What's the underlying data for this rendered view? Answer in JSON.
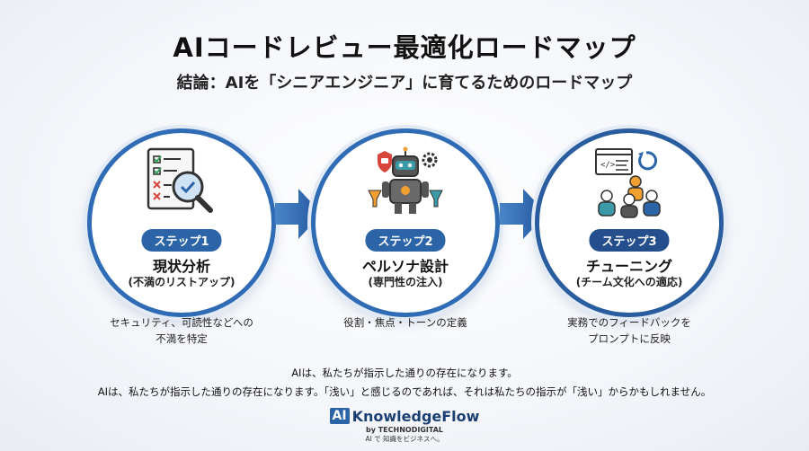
{
  "title": "AIコードレビュー最適化ロードマップ",
  "subtitle": "結論：AIを「シニアエンジニア」に育てるためのロードマップ",
  "steps": [
    {
      "badge": "ステップ1",
      "title": "現状分析",
      "subtitle": "(不満のリストアップ)",
      "description_line1": "セキュリティ、可読性などへの",
      "description_line2": "不満を特定",
      "icon": "checklist-magnifier-icon"
    },
    {
      "badge": "ステップ2",
      "title": "ペルソナ設計",
      "subtitle": "(専門性の注入)",
      "description_line1": "役割・焦点・トーンの定義",
      "description_line2": "",
      "icon": "robot-persona-icon"
    },
    {
      "badge": "ステップ3",
      "title": "チューニング",
      "subtitle": "(チーム文化への適応)",
      "description_line1": "実務でのフィードバックを",
      "description_line2": "プロンプトに反映",
      "icon": "team-feedback-icon"
    }
  ],
  "note_line1": "AIは、私たちが指示した通りの存在になります。",
  "note_line2": "AIは、私たちが指示した通りの存在になります。「浅い」と感じるのであれば、それは私たちの指示が「浅い」からかもしれません。",
  "logo": {
    "ai": "AI",
    "name": "KnowledgeFlow",
    "by": "by TECHNODIGITAL",
    "tagline": "AI で 知識をビジネスへ。"
  },
  "colors": {
    "primary": "#2c64a8",
    "primary_dark": "#254f8c",
    "ring_light": "#e2eaf5",
    "accent_orange": "#f0a030",
    "accent_red": "#d8453a",
    "accent_teal": "#3a9aa8"
  }
}
